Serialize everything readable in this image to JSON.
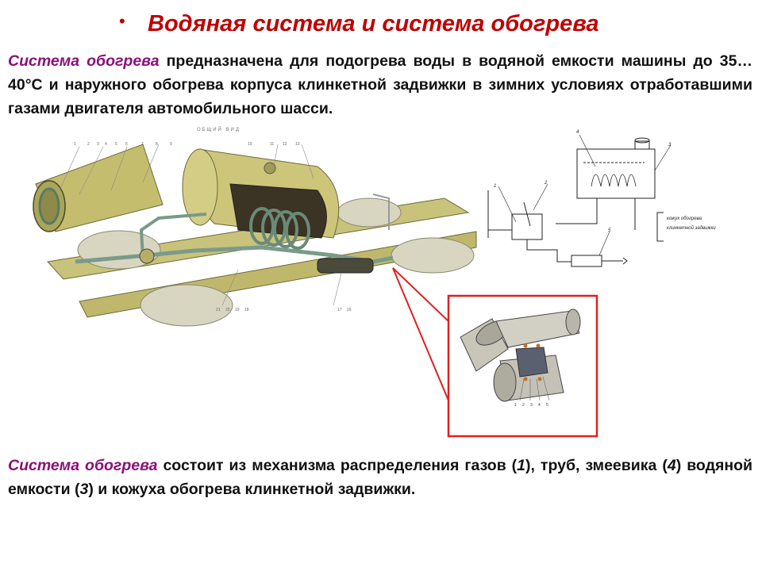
{
  "slide": {
    "title": "Водяная система и система обогрева",
    "bullet": "•",
    "p1": {
      "term": "Система обогрева",
      "text": " предназначена для подогрева воды в водяной емкости машины до 35…40°С и наружного обогрева корпуса клинкетной задвижки в зимних условиях отработавшими газами двигателя автомобильного шасси."
    },
    "p2": {
      "term": "Система обогрева",
      "t1": " состоит из механизма распределения газов (",
      "n1": "1",
      "t2": "), труб, змеевика (",
      "n2": "4",
      "t3": ") водяной емкости (",
      "n3": "3",
      "t4": ") и кожуха обогрева клинкетной задвижки."
    }
  },
  "figure": {
    "overview_label": "ОБЩИЙ ВИД",
    "overview_numbers_top": [
      "1",
      "2",
      "3",
      "4",
      "5",
      "6",
      "7",
      "8",
      "9",
      "10",
      "11",
      "12",
      "13"
    ],
    "overview_numbers_bottom": [
      "21",
      "20",
      "19",
      "18",
      "17",
      "16"
    ],
    "schematic_label_line1": "кожух обогрева",
    "schematic_label_line2": "клинкетной задвижки",
    "schematic_numbers": [
      "1",
      "2",
      "3",
      "4",
      "5"
    ],
    "inset_numbers": [
      "1",
      "2",
      "3",
      "4",
      "5"
    ],
    "highlight_color": "#e02020"
  }
}
